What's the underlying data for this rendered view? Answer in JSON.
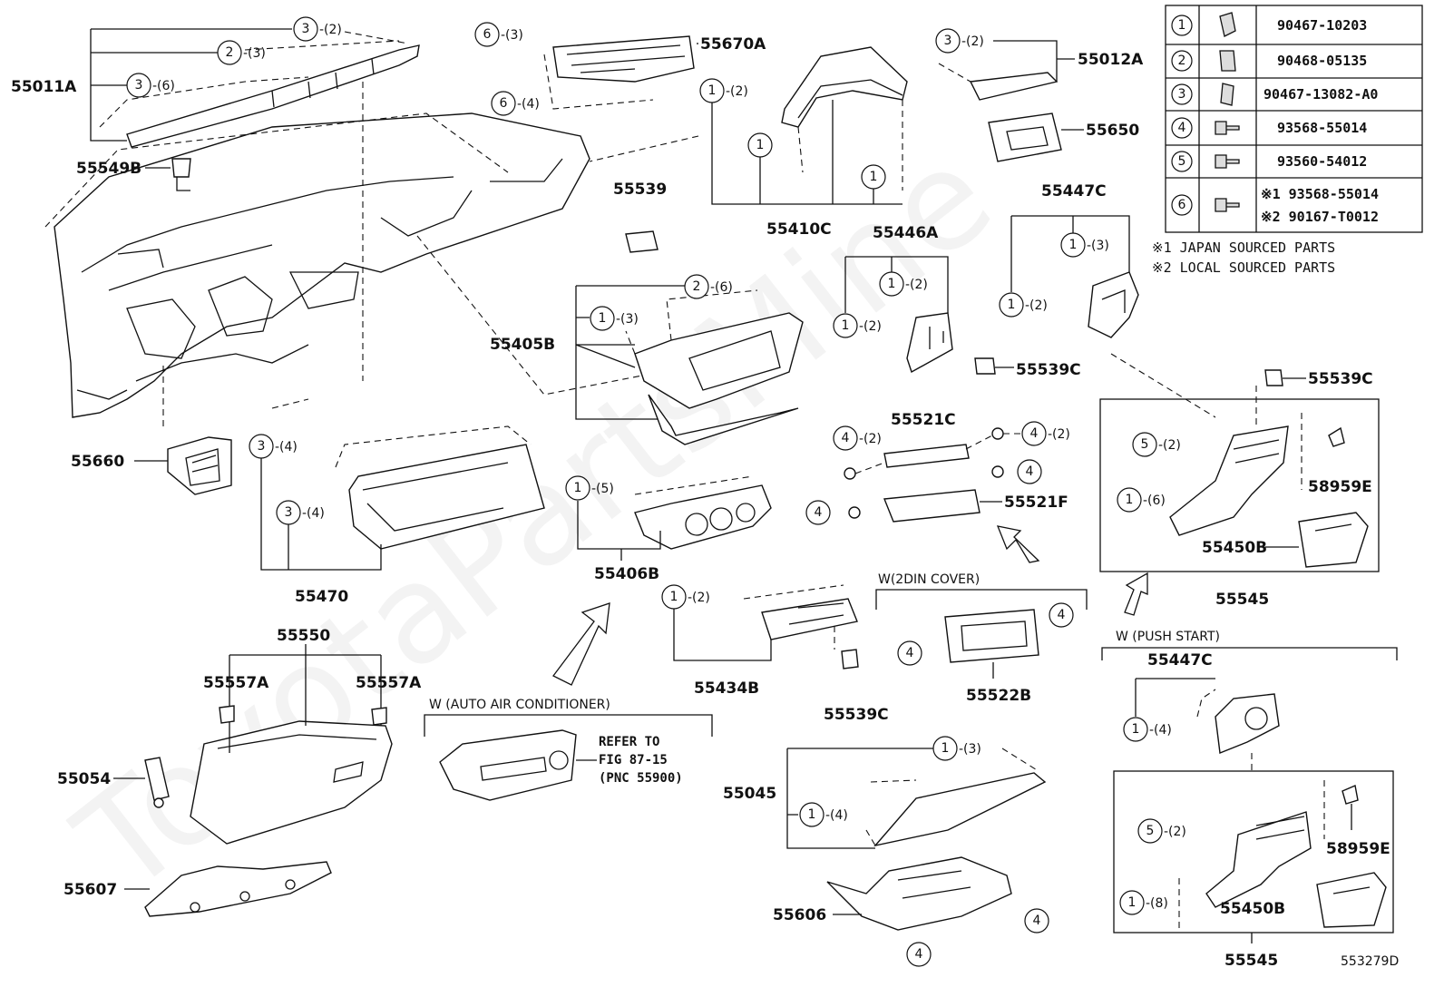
{
  "watermark": "ToyotaPartsMine",
  "diagram_ref": "553279D",
  "legend": {
    "rows": [
      {
        "num": "1",
        "part": "90467-10203"
      },
      {
        "num": "2",
        "part": "90468-05135"
      },
      {
        "num": "3",
        "part": "90467-13082-A0"
      },
      {
        "num": "4",
        "part": "93568-55014"
      },
      {
        "num": "5",
        "part": "93560-54012"
      },
      {
        "num": "6",
        "part_1": "※1 93568-55014",
        "part_2": "※2 90167-T0012"
      }
    ],
    "notes": [
      "※1 JAPAN SOURCED PARTS",
      "※2 LOCAL SOURCED PARTS"
    ]
  },
  "labels": {
    "p55011A": "55011A",
    "p55549B": "55549B",
    "p55670A": "55670A",
    "p55012A": "55012A",
    "p55650": "55650",
    "p55410C": "55410C",
    "p55539": "55539",
    "p55446A": "55446A",
    "p55447C_top": "55447C",
    "p55405B": "55405B",
    "p55539C_a": "55539C",
    "p55539C_b": "55539C",
    "p55539C_c": "55539C",
    "p55521C": "55521C",
    "p55521F": "55521F",
    "p55660": "55660",
    "p55470": "55470",
    "p55406B": "55406B",
    "p58959E_a": "58959E",
    "p55450B_a": "55450B",
    "p55545_a": "55545",
    "p55550": "55550",
    "p55557A_l": "55557A",
    "p55557A_r": "55557A",
    "p55434B": "55434B",
    "p55522B": "55522B",
    "p55447C_b": "55447C",
    "p55054": "55054",
    "p55045": "55045",
    "p58959E_b": "58959E",
    "p55450B_b": "55450B",
    "p55607": "55607",
    "p55606": "55606",
    "p55545_b": "55545"
  },
  "variants": {
    "din": "W(2DIN COVER)",
    "push": "W (PUSH  START)",
    "aac": "W (AUTO  AIR  CONDITIONER)"
  },
  "refer": {
    "line1": "REFER TO",
    "line2": "FIG 87-15",
    "line3": "(PNC 55900)"
  },
  "qty": {
    "q1": "-(2)",
    "q2": "-(3)",
    "q3": "-(6)",
    "q4": "-(3)",
    "q5": "-(4)",
    "q6": "-(2)",
    "q7": "-(2)",
    "q8": "-(6)",
    "q9": "-(3)",
    "q10": "-(2)",
    "q11": "-(2)",
    "q12": "-(3)",
    "q13": "-(2)",
    "q14": "-(4)",
    "q15": "-(4)",
    "q16": "-(5)",
    "q17": "-(2)",
    "q18": "-(2)",
    "q19": "-(2)",
    "q20": "-(6)",
    "q21": "-(2)",
    "q22": "-(4)",
    "q23": "-(3)",
    "q24": "-(4)",
    "q25": "-(2)",
    "q26": "-(8)"
  }
}
